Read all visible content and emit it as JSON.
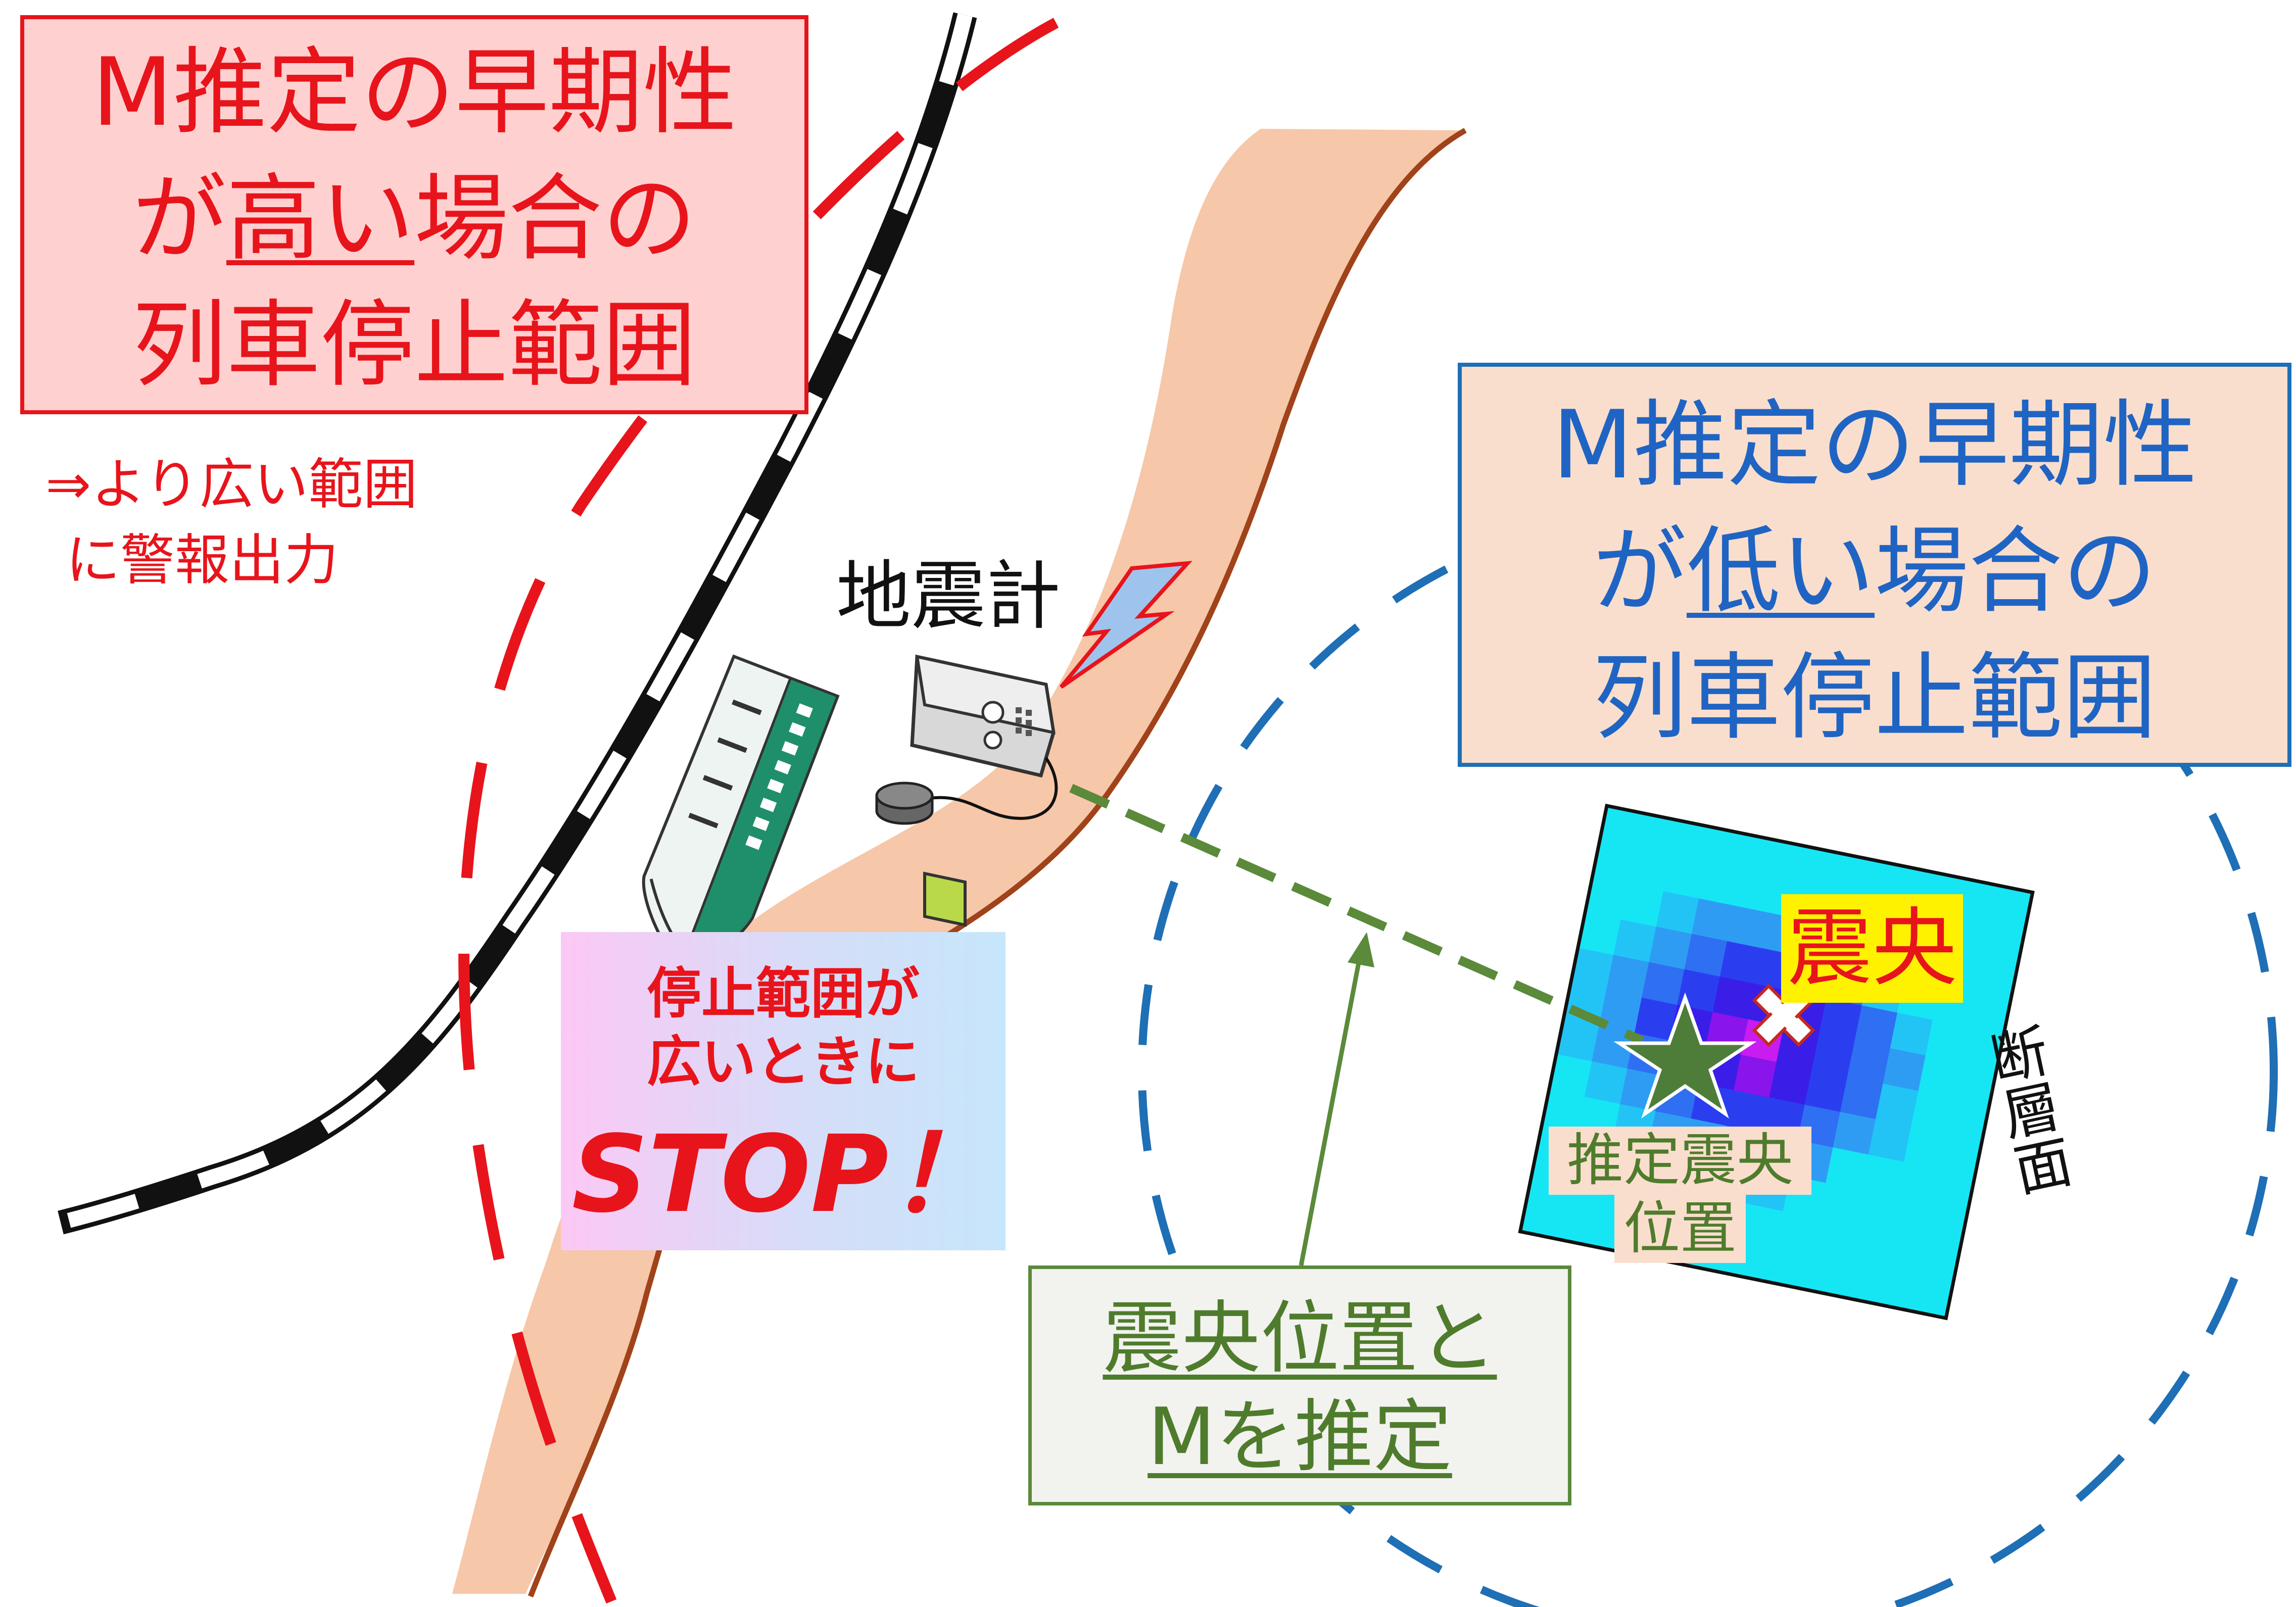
{
  "red_box": {
    "line1": "M推定の早期性",
    "line2_prefix": "が",
    "line2_em": "高い",
    "line2_suffix": "場合の",
    "line3": "列車停止範囲"
  },
  "red_note": {
    "line1": "⇒より広い範囲",
    "line2": "に警報出力"
  },
  "blue_box": {
    "line1": "M推定の早期性",
    "line2_prefix": "が",
    "line2_em": "低い",
    "line2_suffix": "場合の",
    "line3": "列車停止範囲"
  },
  "seismometer_label": "地震計",
  "stop_box": {
    "line1": "停止範囲が",
    "line2": "広いときに",
    "line3": "STOP！"
  },
  "green_box": {
    "line1": "震央位置と",
    "line2": "Mを推定"
  },
  "epicenter_label": "震央",
  "estimated_epicenter_label": {
    "line1": "推定震央",
    "line2": "位置"
  },
  "fault_label": "断層面",
  "colors": {
    "red": "#e8141b",
    "blue": "#1e6fb5",
    "green": "#5a8a3a",
    "river": "#f6c7a8",
    "river_bank": "#a0421a",
    "train": "#1f8f6b"
  },
  "icons": [
    "train-icon",
    "seismometer-icon",
    "lightning-icon",
    "star-icon",
    "x-mark-icon"
  ]
}
